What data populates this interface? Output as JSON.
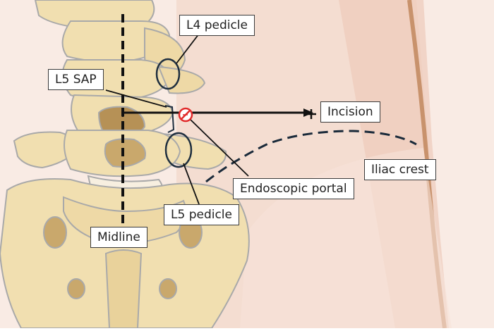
{
  "labels": {
    "l4_pedicle": "L4 pedicle",
    "l5_sap": "L5 SAP",
    "incision": "Incision",
    "iliac_crest": "Iliac crest",
    "endoscopic_portal": "Endoscopic portal",
    "l5_pedicle": "L5 pedicle",
    "midline": "Midline"
  },
  "colors": {
    "skin_light": "#f9ebe4",
    "skin_mid": "#f2d5c8",
    "skin_edge": "#c8926c",
    "bone": "#f1dfb0",
    "bone_shadow": "#d9bd82",
    "bone_outline": "#a8a8a8",
    "annotation": "#111111",
    "portal_marker": "#e12b2b"
  },
  "icons": {
    "portal": "portal-no-entry-icon",
    "incision": "plus-icon"
  }
}
